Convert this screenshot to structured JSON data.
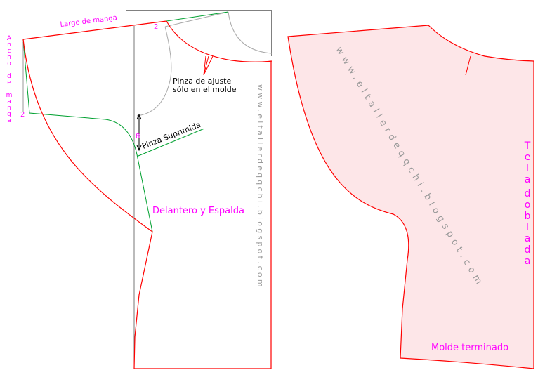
{
  "left_pattern": {
    "sleeve_length_label": "Largo de manga",
    "sleeve_width_label": "Ancho de manga",
    "mark_top": "2",
    "mark_left": "2",
    "mark_dart": "8",
    "fit_dart_note_line1": "Pinza de ajuste",
    "fit_dart_note_line2": "sólo en el molde",
    "removed_dart_label": "Pinza Suprimida",
    "piece_label": "Delantero y Espalda",
    "watermark": "www.eltallerdeqqchi.blogspot.com"
  },
  "right_pattern": {
    "fold_label_line1": "Tela",
    "fold_label_line2": "doblada",
    "piece_label": "Molde terminado",
    "watermark": "www.eltallerdeqqchi.blogspot.com"
  },
  "colors": {
    "pattern_line": "#ff0000",
    "guide_line": "#00a030",
    "construction_line": "#999999",
    "label": "#ff00ff",
    "fabric_fill": "#fde6e8"
  }
}
